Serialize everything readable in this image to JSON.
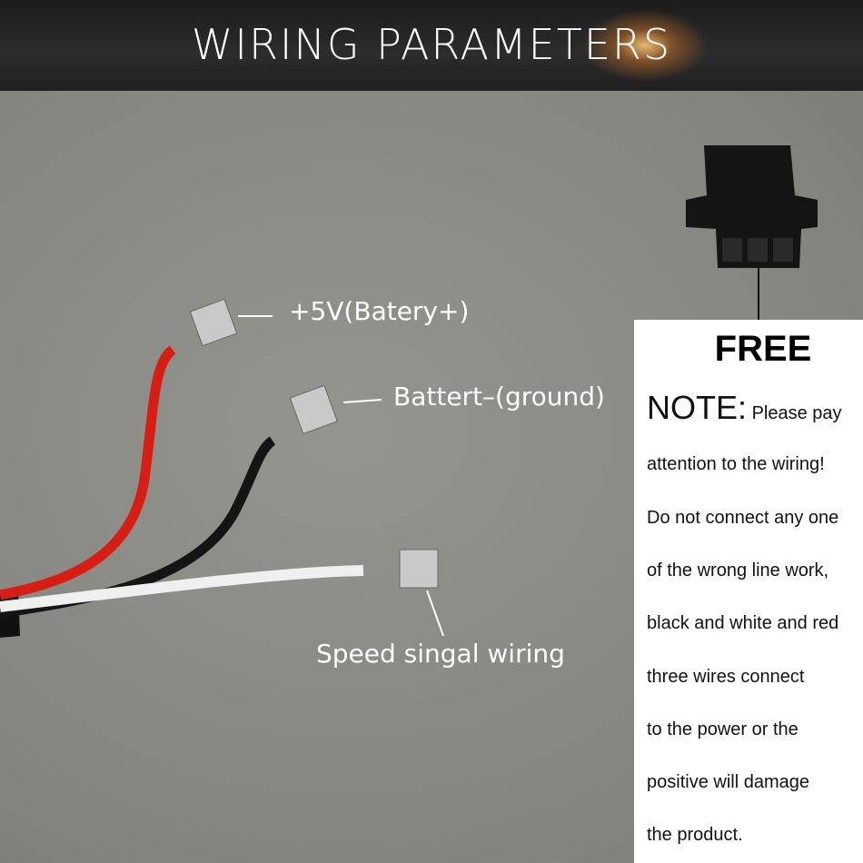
{
  "header": {
    "title": "WIRING PARAMETERS"
  },
  "labels": {
    "battery_plus": "+5V(Batery+)",
    "ground": "Battert–(ground)",
    "speed": "Speed singal wiring"
  },
  "connector": {
    "label": "FREE"
  },
  "note": {
    "heading": "NOTE:",
    "lines": [
      "Please pay",
      "attention to the wiring!",
      "Do not connect any one",
      "of the wrong line work,",
      "black and white and red",
      "three wires connect",
      "to the power or the",
      "positive will damage",
      "the product."
    ]
  },
  "colors": {
    "red_wire": "#d81d14",
    "black_wire": "#151515",
    "white_wire": "#efefef",
    "background": "#8b8b86"
  }
}
